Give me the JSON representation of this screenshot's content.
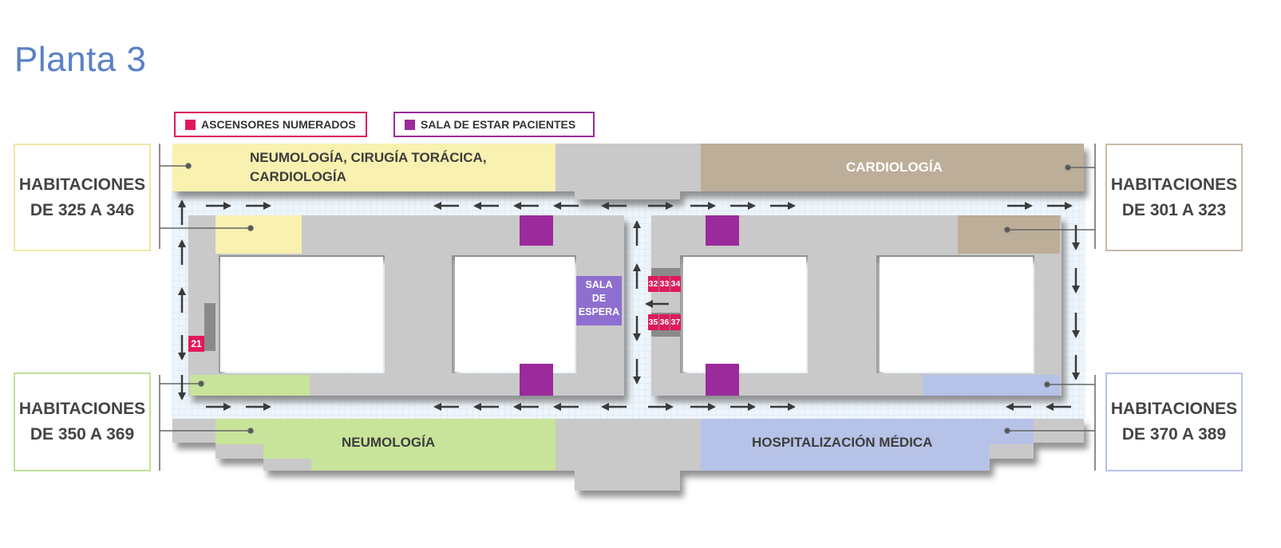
{
  "title": "Planta 3",
  "legend": [
    {
      "label": "ASCENSORES NUMERADOS",
      "color": "#e0195a"
    },
    {
      "label": "SALA DE ESTAR PACIENTES",
      "color": "#9b2a9b"
    }
  ],
  "rooms": [
    {
      "line1": "HABITACIONES",
      "line2": "DE 325 A 346",
      "border": "#f0e7a6"
    },
    {
      "line1": "HABITACIONES",
      "line2": "DE 350 A 369",
      "border": "#bfe099"
    },
    {
      "line1": "HABITACIONES",
      "line2": "DE 301 A 323",
      "border": "#c9bba6"
    },
    {
      "line1": "HABITACIONES",
      "line2": "DE 370 A 389",
      "border": "#b7c2e8"
    }
  ],
  "zones": {
    "north_west": {
      "line1": "NEUMOLOGÍA, CIRUGÍA TORÁCICA,",
      "line2": "CARDIOLOGÍA",
      "color": "#f8f1b0"
    },
    "north_east": {
      "label": "CARDIOLOGÍA",
      "color": "#bcae98"
    },
    "south_west": {
      "label": "NEUMOLOGÍA",
      "color": "#c8e49a"
    },
    "south_east": {
      "label": "HOSPITALIZACIÓN MÉDICA",
      "color": "#b7c2e8"
    }
  },
  "waiting_room": {
    "line1": "SALA",
    "line2": "DE",
    "line3": "ESPERA"
  },
  "elevators": {
    "left": "21",
    "upper": [
      "32",
      "33",
      "34"
    ],
    "lower": [
      "35",
      "36",
      "37"
    ]
  },
  "colors": {
    "corridor": "#c9c9c9",
    "shadow": "#8a8a8a",
    "arrow": "#3a3a3a",
    "lounge": "#9b2a9b",
    "elevator": "#e0195a"
  }
}
